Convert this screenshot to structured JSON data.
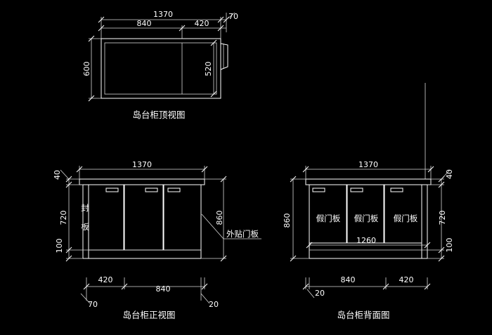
{
  "colors": {
    "background": "#000000",
    "lines": "#ffffff"
  },
  "top_view": {
    "caption": "岛台柜顶视图",
    "dim_total": "1370",
    "dim_left": "840",
    "dim_right": "420",
    "dim_edge": "70",
    "dim_depth": "600",
    "dim_inner_depth": "520"
  },
  "front_view": {
    "caption": "岛台柜正视图",
    "dim_total": "1370",
    "dim_top": "40",
    "dim_mid": "720",
    "dim_bottom": "100",
    "dim_height": "860",
    "side_panel_label": [
      "封",
      "板"
    ],
    "door_label": "外贴门板",
    "dim_left": "420",
    "dim_right": "840",
    "dim_left_edge": "70",
    "dim_right_edge": "20"
  },
  "back_view": {
    "caption": "岛台柜背面图",
    "dim_total": "1370",
    "dim_top": "40",
    "dim_mid": "720",
    "dim_bottom": "100",
    "dim_height": "860",
    "door_labels": [
      "假门板",
      "假门板",
      "假门板"
    ],
    "dim_inner": "1260",
    "dim_left": "840",
    "dim_right": "420",
    "dim_edge": "20"
  }
}
